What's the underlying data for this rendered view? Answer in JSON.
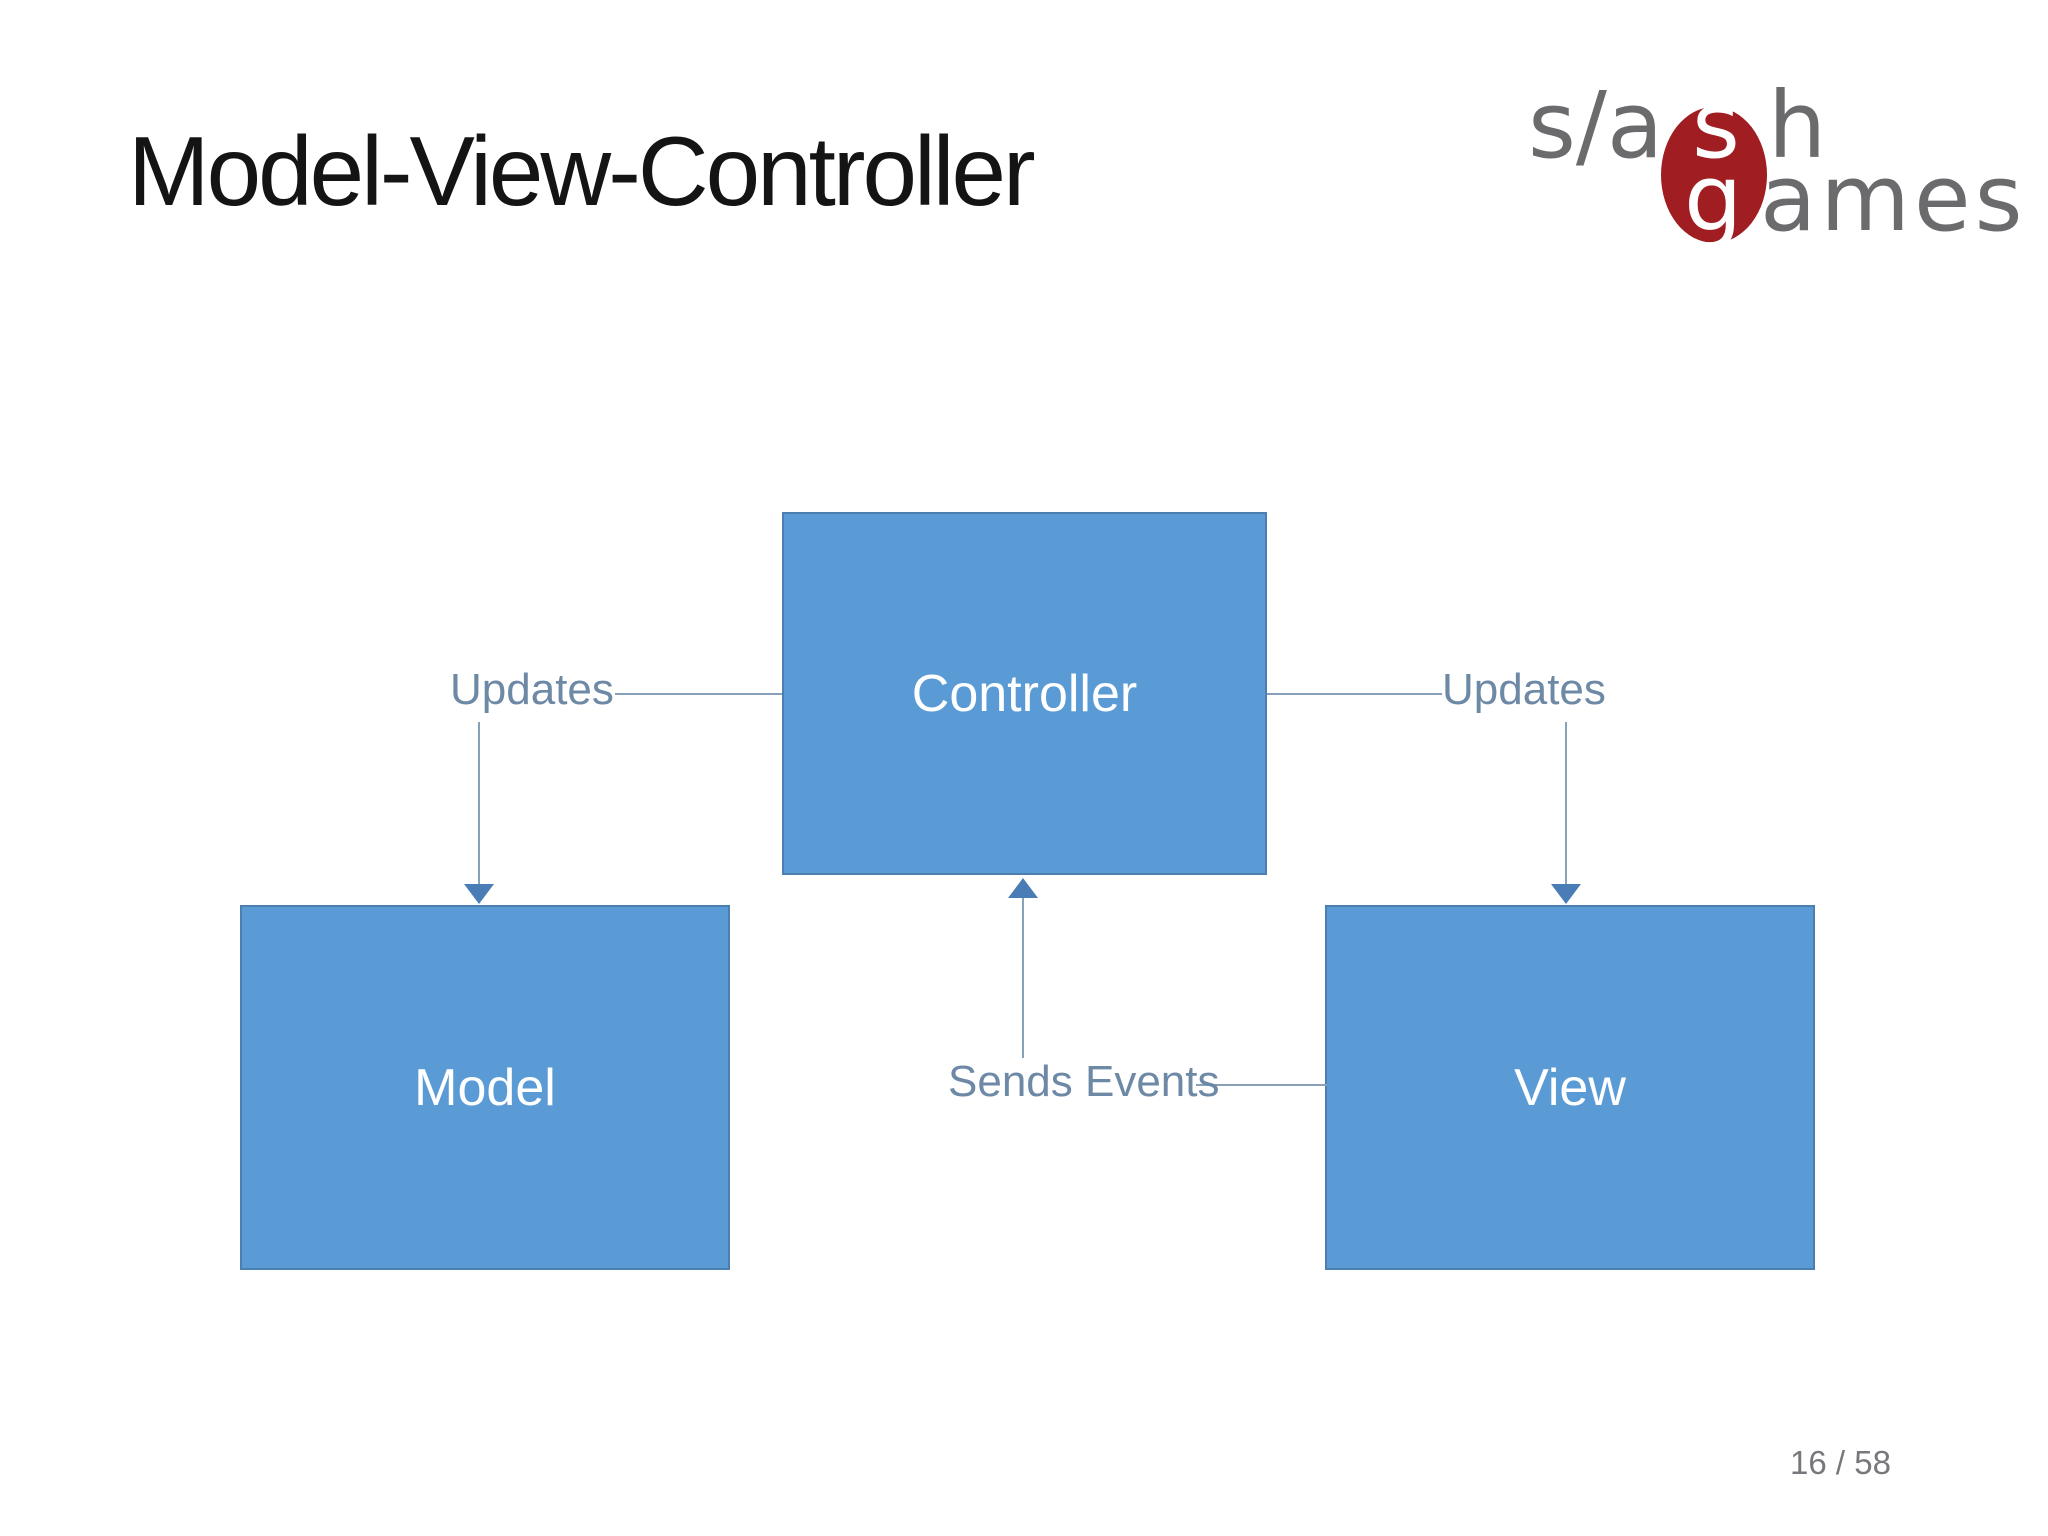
{
  "slide": {
    "title": "Model-View-Controller",
    "page_indicator": "16 / 58"
  },
  "logo": {
    "name": "slash games",
    "line1_prefix": "s/a",
    "line1_highlight": "s",
    "line1_suffix": "h",
    "line2_highlight": "g",
    "line2_suffix": "ames",
    "ellipse_color": "#a01e22",
    "text_color": "#6b6b6e"
  },
  "diagram": {
    "nodes": [
      {
        "id": "controller",
        "label": "Controller"
      },
      {
        "id": "model",
        "label": "Model"
      },
      {
        "id": "view",
        "label": "View"
      }
    ],
    "edges": [
      {
        "id": "controller-to-model",
        "label": "Updates",
        "from": "Controller",
        "to": "Model"
      },
      {
        "id": "controller-to-view",
        "label": "Updates",
        "from": "Controller",
        "to": "View"
      },
      {
        "id": "view-to-controller",
        "label": "Sends Events",
        "from": "View",
        "to": "Controller"
      }
    ],
    "colors": {
      "node_fill": "#5b9bd5",
      "node_border": "#4a7fb0",
      "node_text": "#ffffff",
      "connector": "#89a1b8",
      "arrowhead": "#4a7db5",
      "edge_label": "#6d89a6"
    }
  }
}
